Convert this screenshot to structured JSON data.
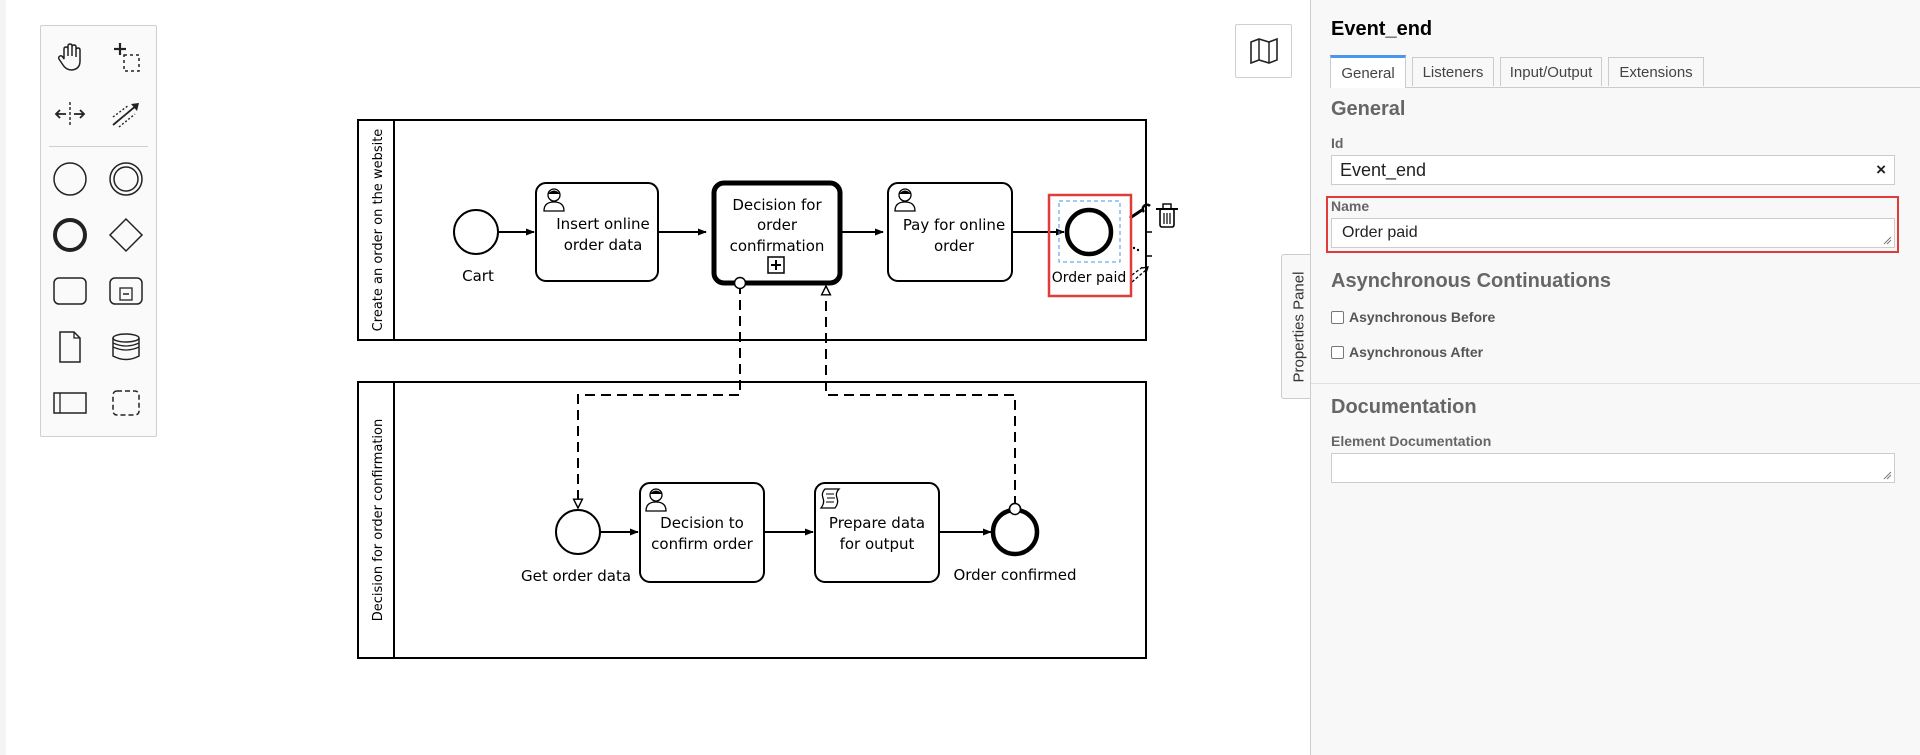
{
  "diagram": {
    "pool1_label": "Create an order on the website",
    "pool2_label": "Decision for order confirmation",
    "cart": "Cart",
    "insert_l1": "Insert online",
    "insert_l2": "order data",
    "decision_l1": "Decision for",
    "decision_l2": "order",
    "decision_l3": "confirmation",
    "pay_l1": "Pay for online",
    "pay_l2": "order",
    "order_paid": "Order paid",
    "get_order_data": "Get order data",
    "confirm_l1": "Decision to",
    "confirm_l2": "confirm order",
    "prepare_l1": "Prepare data",
    "prepare_l2": "for output",
    "order_confirmed": "Order confirmed"
  },
  "palette": {
    "tools": [
      "hand-tool",
      "lasso-tool",
      "space-tool",
      "global-connect-tool",
      "start-event",
      "intermediate-event",
      "end-event",
      "gateway",
      "task",
      "subprocess",
      "data-object",
      "data-store",
      "participant",
      "group"
    ]
  },
  "properties_panel": {
    "toggle_label": "Properties Panel",
    "title": "Event_end",
    "tabs": [
      "General",
      "Listeners",
      "Input/Output",
      "Extensions"
    ],
    "active_tab": "General",
    "general_heading": "General",
    "id_label": "Id",
    "id_value": "Event_end",
    "clear_symbol": "×",
    "name_label": "Name",
    "name_value": "Order paid",
    "async_heading": "Asynchronous Continuations",
    "async_before": "Asynchronous Before",
    "async_after": "Asynchronous After",
    "doc_heading": "Documentation",
    "doc_label": "Element Documentation",
    "doc_value": ""
  },
  "colors": {
    "highlight": "#e03c3c",
    "tab_accent": "#4a96e8",
    "selection": "#4a96e8"
  }
}
